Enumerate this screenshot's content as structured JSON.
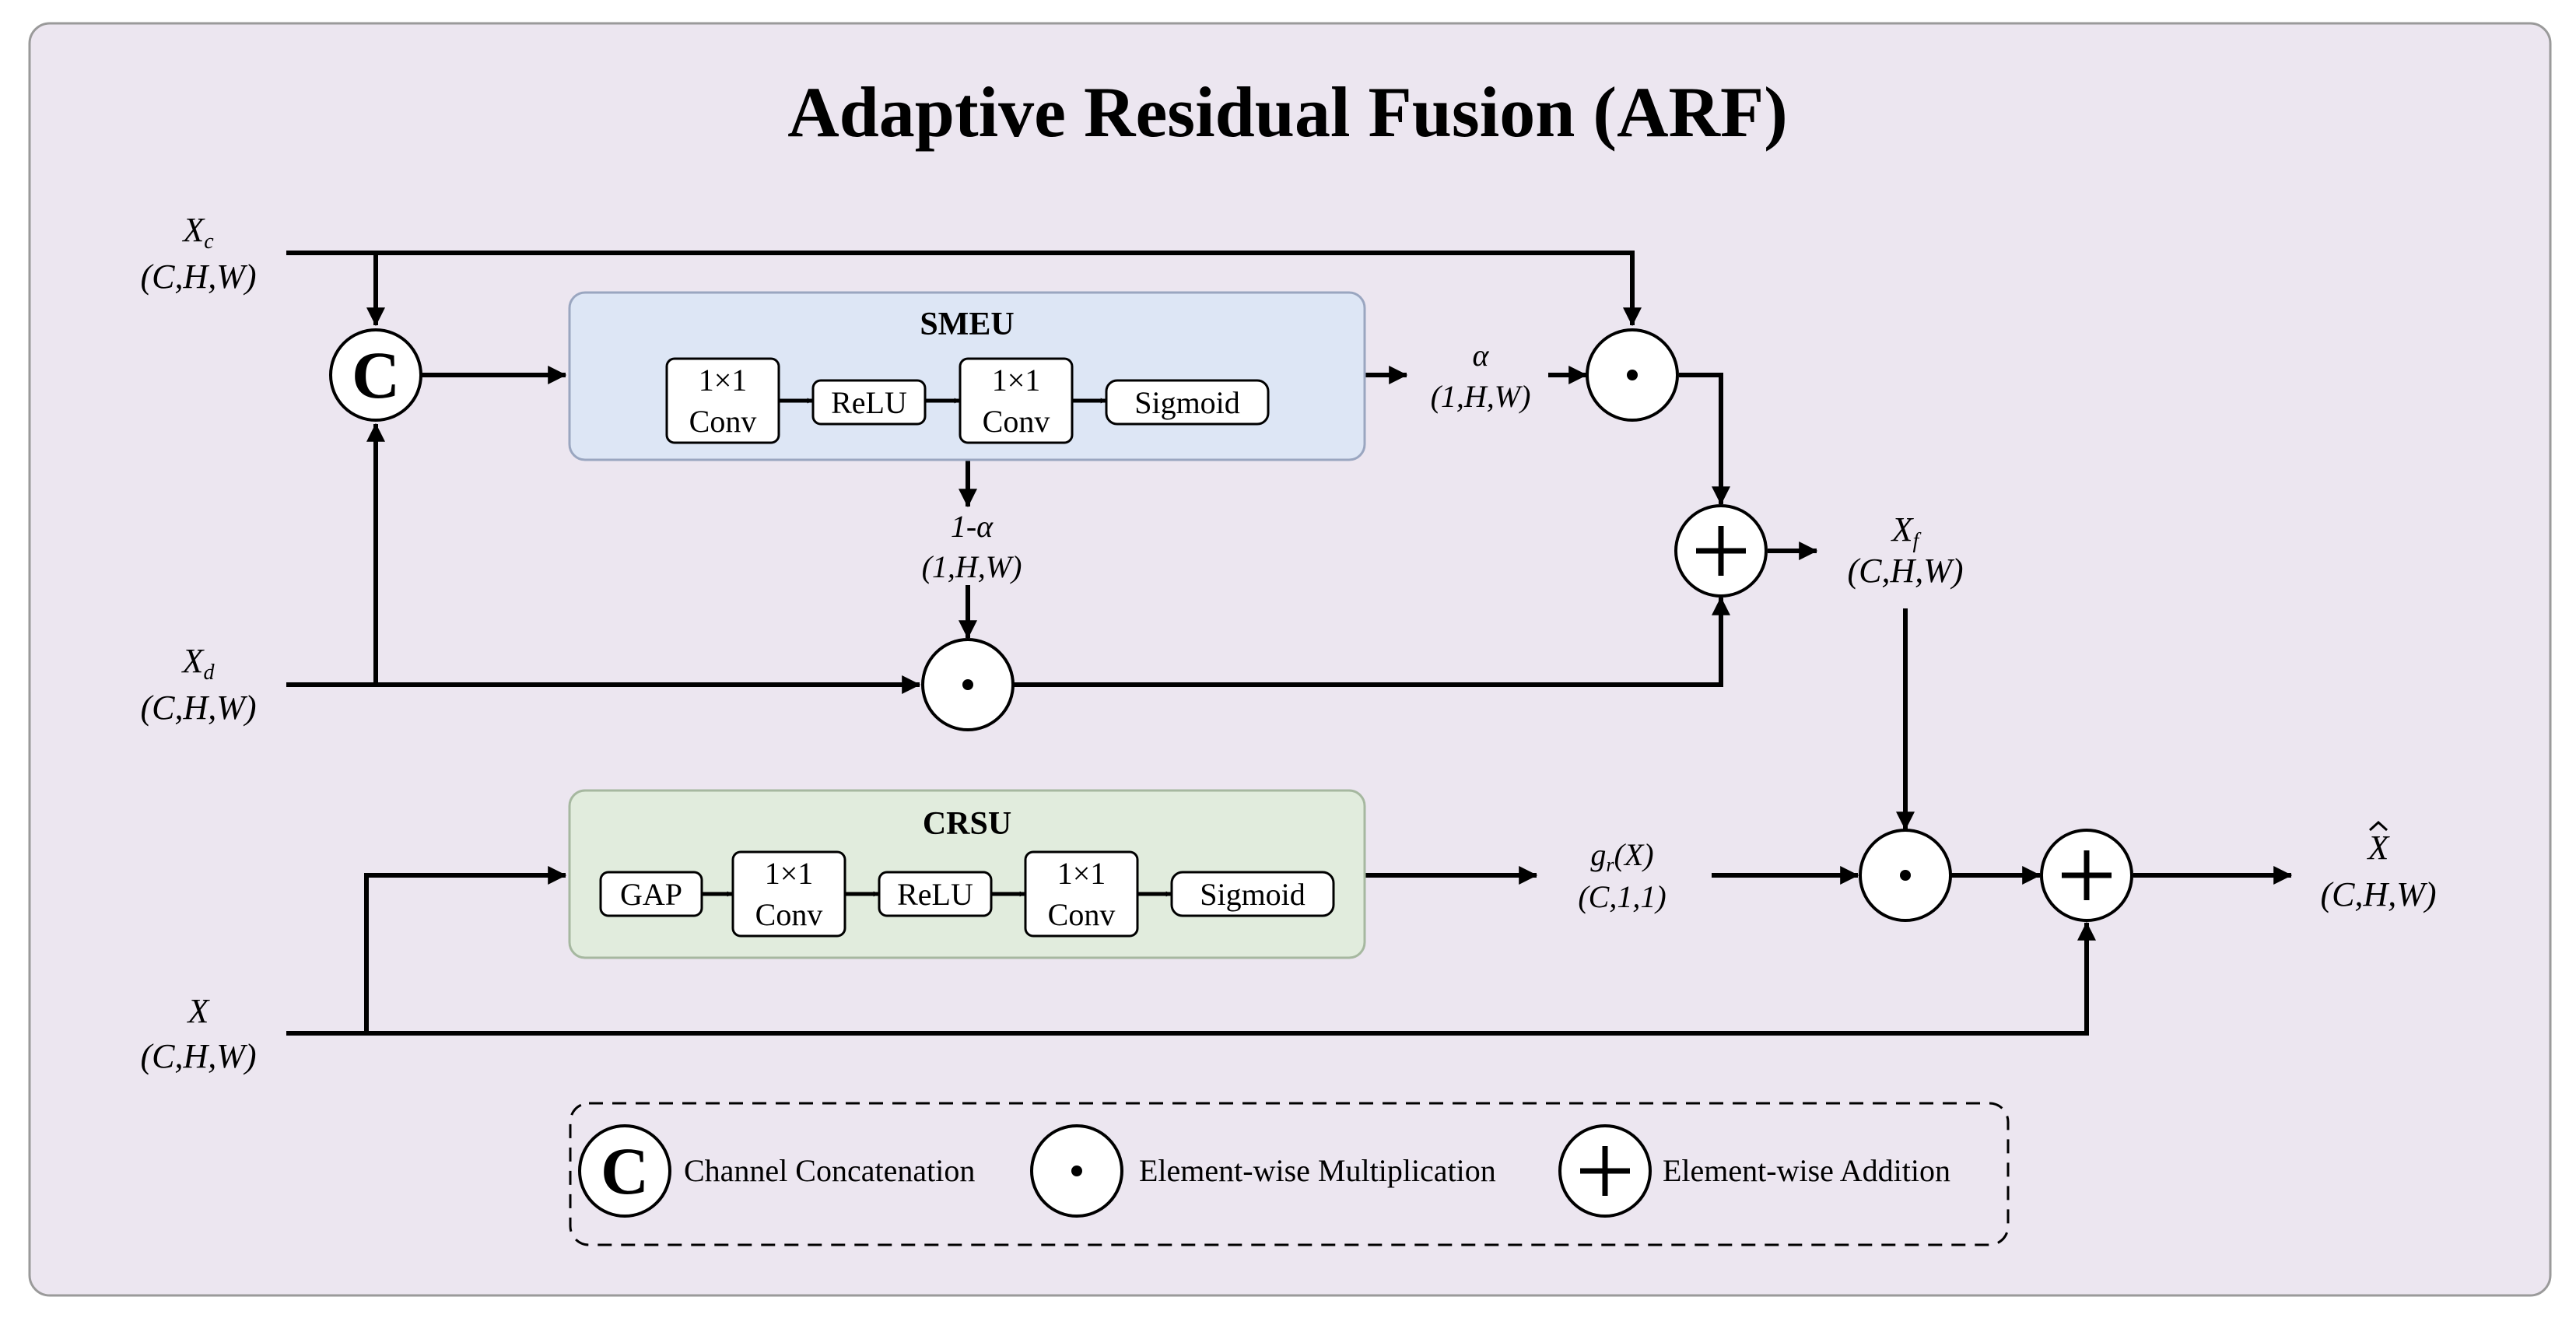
{
  "title": "Adaptive Residual Fusion (ARF)",
  "inputs": {
    "xc": {
      "name": "X",
      "sub": "c",
      "shape": "(C,H,W)"
    },
    "xd": {
      "name": "X",
      "sub": "d",
      "shape": "(C,H,W)"
    },
    "x": {
      "name": "X",
      "shape": "(C,H,W)"
    }
  },
  "smeu": {
    "title": "SMEU",
    "blocks": [
      {
        "line1": "1×1",
        "line2": "Conv"
      },
      {
        "line1": "ReLU"
      },
      {
        "line1": "1×1",
        "line2": "Conv"
      },
      {
        "line1": "Sigmoid"
      }
    ]
  },
  "crsu": {
    "title": "CRSU",
    "blocks": [
      {
        "line1": "GAP"
      },
      {
        "line1": "1×1",
        "line2": "Conv"
      },
      {
        "line1": "ReLU"
      },
      {
        "line1": "1×1",
        "line2": "Conv"
      },
      {
        "line1": "Sigmoid"
      }
    ]
  },
  "signals": {
    "alpha": {
      "name": "α",
      "shape": "(1,H,W)"
    },
    "one_minus_alpha": {
      "name": "1-α",
      "shape": "(1,H,W)"
    },
    "xf": {
      "name": "X",
      "sub": "f",
      "shape": "(C,H,W)"
    },
    "gr": {
      "name": "g",
      "sub": "r",
      "arg": "(X)",
      "shape": "(C,1,1)"
    },
    "xhat": {
      "name": "X",
      "shape": "(C,H,W)"
    }
  },
  "operators": {
    "concat_symbol": "C"
  },
  "legend": {
    "concat_symbol": "C",
    "concat_label": "Channel Concatenation",
    "mult_label": "Element-wise Multiplication",
    "add_label": "Element-wise Addition"
  },
  "colors": {
    "panel_bg": "#ece6f0",
    "panel_border": "#9a9a9a",
    "smeu_fill": "#dde6f5",
    "smeu_border": "#9aa6c0",
    "crsu_fill": "#e1ecdd",
    "crsu_border": "#a6b8a0",
    "stroke": "#000000"
  }
}
